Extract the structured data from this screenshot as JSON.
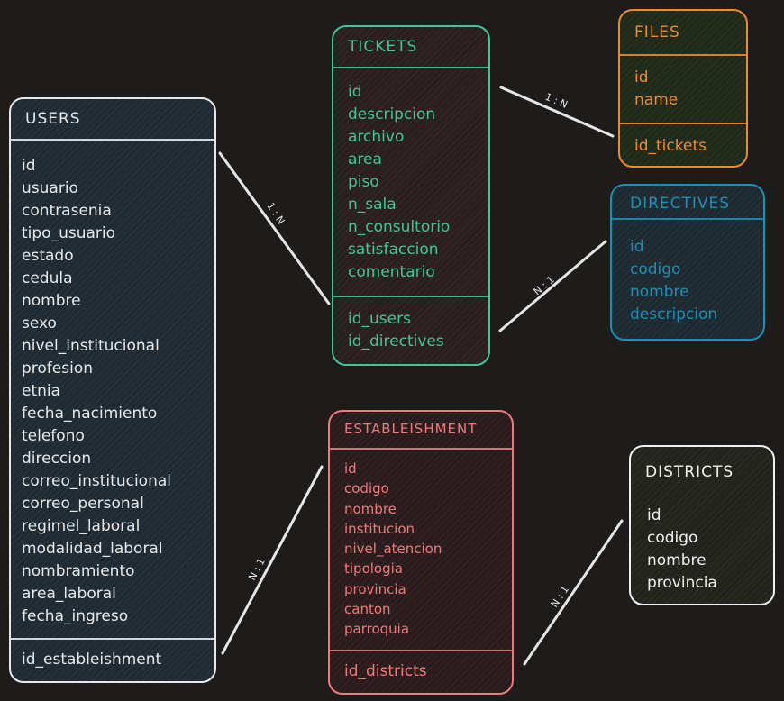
{
  "entities": {
    "users": {
      "title": "USERS",
      "color": "#e8e8e8",
      "fields": [
        "id",
        "usuario",
        "contrasenia",
        "tipo_usuario",
        "estado",
        "cedula",
        "nombre",
        "sexo",
        "nivel_institucional",
        "profesion",
        "etnia",
        "fecha_nacimiento",
        "telefono",
        "direccion",
        "correo_institucional",
        "correo_personal",
        "regimel_laboral",
        "modalidad_laboral",
        "nombramiento",
        "area_laboral",
        "fecha_ingreso"
      ],
      "foreign_keys": [
        "id_estableishment"
      ]
    },
    "tickets": {
      "title": "TICKETS",
      "color": "#3ec79a",
      "fields": [
        "id",
        "descripcion",
        "archivo",
        "area",
        "piso",
        "n_sala",
        "n_consultorio",
        "satisfaccion",
        "comentario"
      ],
      "foreign_keys": [
        "id_users",
        "id_directives"
      ]
    },
    "files": {
      "title": "FILES",
      "color": "#f08a2d",
      "fields": [
        "id",
        "name"
      ],
      "foreign_keys": [
        "id_tickets"
      ]
    },
    "directives": {
      "title": "DIRECTIVES",
      "color": "#1a8fb8",
      "fields": [
        "id",
        "codigo",
        "nombre",
        "descripcion"
      ]
    },
    "establishment": {
      "title": "ESTABLEISHMENT",
      "color": "#f07a7a",
      "fields": [
        "id",
        "codigo",
        "nombre",
        "institucion",
        "nivel_atencion",
        "tipologia",
        "provincia",
        "canton",
        "parroquia"
      ],
      "foreign_keys": [
        "id_districts"
      ]
    },
    "districts": {
      "title": "DISTRICTS",
      "color": "#f0f0f0",
      "fields": [
        "id",
        "codigo",
        "nombre",
        "provincia"
      ]
    }
  },
  "relations": [
    {
      "id": "users-tickets",
      "label": "1 : N"
    },
    {
      "id": "tickets-files",
      "label": "1 : N"
    },
    {
      "id": "tickets-directives",
      "label": "N : 1"
    },
    {
      "id": "users-establishment",
      "label": "N : 1"
    },
    {
      "id": "establishment-districts",
      "label": "N : 1"
    }
  ]
}
